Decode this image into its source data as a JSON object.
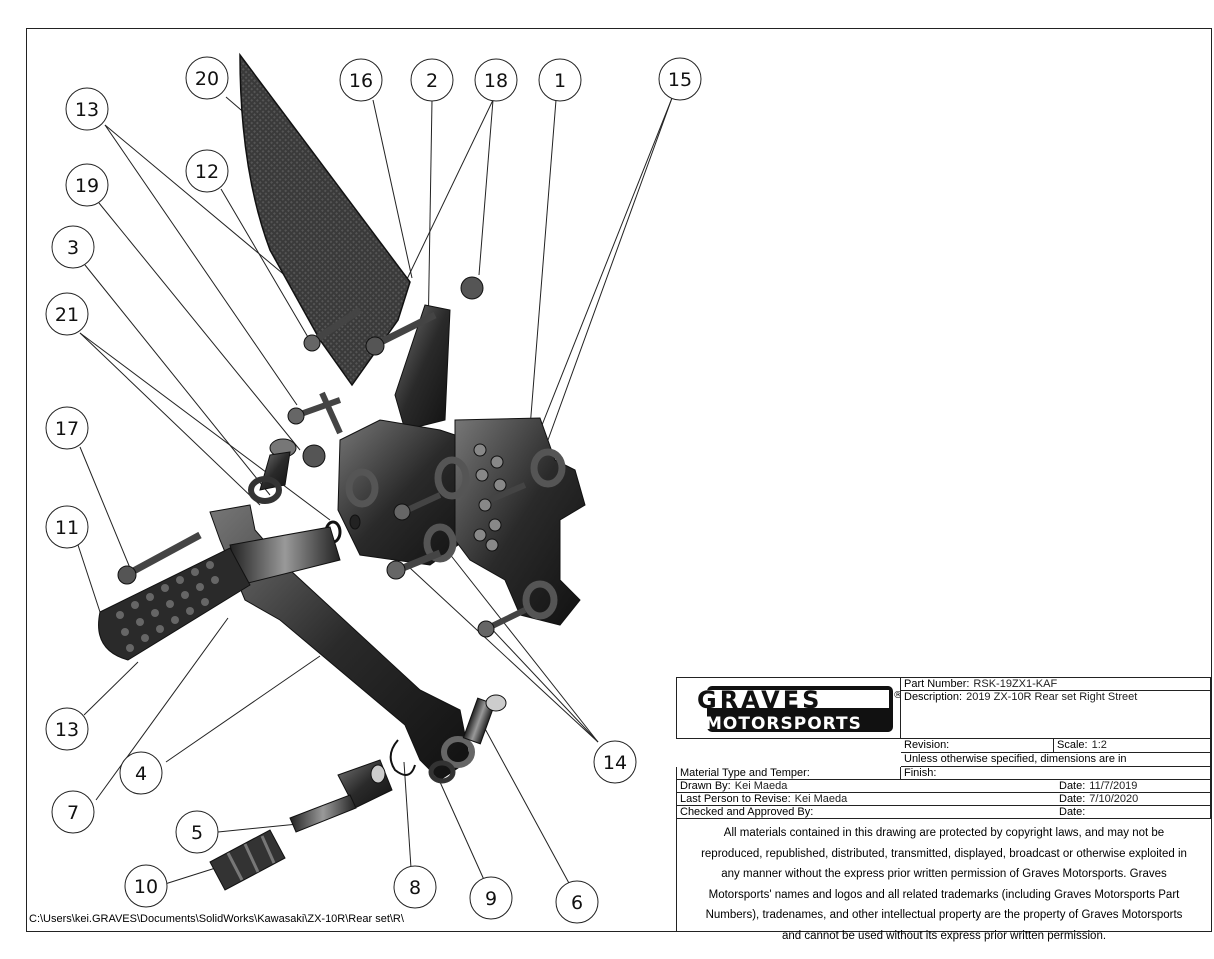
{
  "balloons": [
    "20",
    "16",
    "2",
    "18",
    "1",
    "15",
    "13",
    "12",
    "19",
    "3",
    "21",
    "17",
    "11",
    "13",
    "4",
    "7",
    "5",
    "10",
    "8",
    "9",
    "6",
    "14"
  ],
  "file_path": "C:\\Users\\kei.GRAVES\\Documents\\SolidWorks\\Kawasaki\\ZX-10R\\Rear set\\R\\",
  "title_block": {
    "logo_line1": "GRAVES",
    "logo_line2": "MOTORSPORTS",
    "logo_reg": "®",
    "part_number_label": "Part Number:",
    "part_number": "RSK-19ZX1-KAF",
    "description_label": "Description:",
    "description": "2019 ZX-10R Rear set Right Street",
    "revision_label": "Revision:",
    "revision": "",
    "scale_label": "Scale:",
    "scale": "1:2",
    "dimensions_note": "Unless otherwise specified, dimensions are in",
    "material_label": "Material Type and Temper:",
    "material": "",
    "finish_label": "Finish:",
    "finish": "",
    "drawn_by_label": "Drawn By:",
    "drawn_by": "Kei Maeda",
    "drawn_date_label": "Date:",
    "drawn_date": "11/7/2019",
    "revised_by_label": "Last Person to Revise:",
    "revised_by": "Kei Maeda",
    "revised_date_label": "Date:",
    "revised_date": "7/10/2020",
    "approved_label": "Checked and Approved By:",
    "approved_by": "",
    "approved_date_label": "Date:",
    "approved_date": "",
    "notice": "All materials contained in this drawing are protected by copyright laws, and may not be reproduced, republished, distributed, transmitted, displayed, broadcast or otherwise exploited in any manner without the express prior written permission of Graves Motorsports. Graves Motorsports' names and logos and all related trademarks (including Graves Motorsports Part Numbers), tradenames, and other intellectual property are the property of Graves Motorsports and cannot be used without its express prior written permission."
  }
}
